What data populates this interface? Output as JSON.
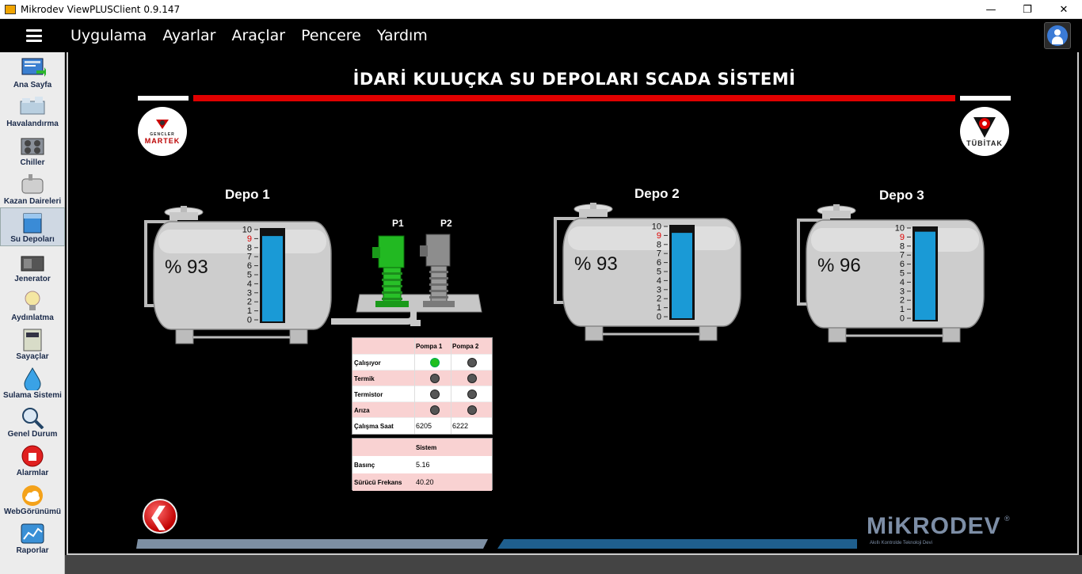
{
  "window": {
    "title": "Mikrodev ViewPLUSClient 0.9.147",
    "minimize": "—",
    "restore": "❐",
    "close": "✕"
  },
  "menu": [
    "Uygulama",
    "Ayarlar",
    "Araçlar",
    "Pencere",
    "Yardım"
  ],
  "sidebar": [
    {
      "label": "Ana Sayfa",
      "icon": "home-screen-icon"
    },
    {
      "label": "Havalandırma",
      "icon": "ventilation-icon"
    },
    {
      "label": "Chiller",
      "icon": "chiller-icon"
    },
    {
      "label": "Kazan Daireleri",
      "icon": "boiler-icon"
    },
    {
      "label": "Su Depoları",
      "icon": "water-tank-icon",
      "active": true
    },
    {
      "label": "Jenerator",
      "icon": "generator-icon"
    },
    {
      "label": "Aydınlatma",
      "icon": "lightbulb-icon"
    },
    {
      "label": "Sayaçlar",
      "icon": "meter-icon"
    },
    {
      "label": "Sulama Sistemi",
      "icon": "water-drop-icon"
    },
    {
      "label": "Genel Durum",
      "icon": "magnifier-icon"
    },
    {
      "label": "Alarmlar",
      "icon": "alarm-light-icon"
    },
    {
      "label": "WebGörünümü",
      "icon": "cloud-icon"
    },
    {
      "label": "Raporlar",
      "icon": "report-chart-icon"
    }
  ],
  "scada": {
    "title": "İDARİ KULUÇKA SU DEPOLARI SCADA SİSTEMİ",
    "logo_left": "MARTEK",
    "logo_left_small": "GENCLER",
    "logo_right": "TÜBİTAK"
  },
  "tanks": [
    {
      "name": "Depo 1",
      "percent_label": "% 93",
      "level": 0.93
    },
    {
      "name": "Depo 2",
      "percent_label": "% 93",
      "level": 0.93
    },
    {
      "name": "Depo 3",
      "percent_label": "% 96",
      "level": 0.96
    }
  ],
  "scale_ticks": [
    "10",
    "9",
    "8",
    "7",
    "6",
    "5",
    "4",
    "3",
    "2",
    "1",
    "0"
  ],
  "pumps": {
    "p1": "P1",
    "p2": "P2"
  },
  "pump_table": {
    "headers": [
      "",
      "Pompa 1",
      "Pompa 2"
    ],
    "rows": [
      {
        "label": "Çalışıyor",
        "p1": "on",
        "p2": "off"
      },
      {
        "label": "Termik",
        "p1": "off",
        "p2": "off"
      },
      {
        "label": "Termistor",
        "p1": "off",
        "p2": "off"
      },
      {
        "label": "Arıza",
        "p1": "off",
        "p2": "off"
      },
      {
        "label": "Çalışma Saat",
        "p1_value": "6205",
        "p2_value": "6222"
      }
    ]
  },
  "system_table": {
    "header": "Sistem",
    "rows": [
      {
        "label": "Basınç",
        "value": "5.16"
      },
      {
        "label": "Sürücü Frekans",
        "value": "40.20"
      }
    ]
  },
  "brand": {
    "name": "MiKRODEV",
    "tagline": "Akıllı Kontrolde Teknoloji Devi",
    "reg": "®"
  },
  "colors": {
    "red_bar": "#e00000",
    "water": "#1a9ad6",
    "pump_green": "#22b922",
    "tank": "#c9c9c9"
  }
}
